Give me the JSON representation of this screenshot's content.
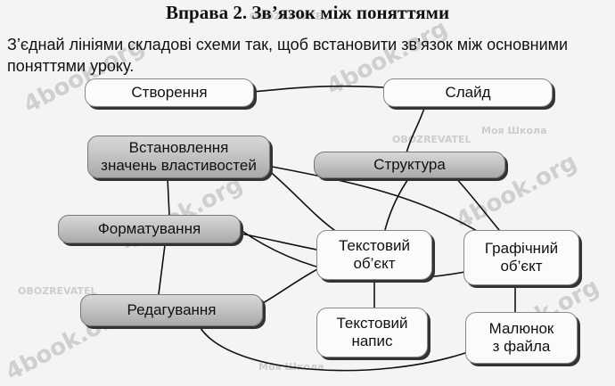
{
  "title": "Вправа 2. Зв’язок між поняттями",
  "instruction": "З’єднай лініями складові схеми так, щоб встановити зв’язок між основними поняттями уроку.",
  "nodes": {
    "stvorennia": "Створення",
    "slaid": "Слайд",
    "vstanovlennia_1": "Встановлення",
    "vstanovlennia_2": "значень властивостей",
    "struktura": "Структура",
    "formatuvannia": "Форматування",
    "tekstovyi_obiekt_1": "Текстовий",
    "tekstovyi_obiekt_2": "об’єкт",
    "grafichnyi_obiekt_1": "Графічний",
    "grafichnyi_obiekt_2": "об’єкт",
    "redaguvannia": "Редагування",
    "tekstovyi_napys_1": "Текстовий",
    "tekstovyi_napys_2": "напис",
    "maliunok_1": "Малюнок",
    "maliunok_2": "з файла"
  },
  "watermarks": {
    "site": "4book.org",
    "brand_1": "Моя Школа",
    "brand_2": "OBOZREVATEL"
  },
  "colors": {
    "box_gray": "#bdbdbd",
    "box_white": "#fbfbfb",
    "line": "#111111"
  }
}
